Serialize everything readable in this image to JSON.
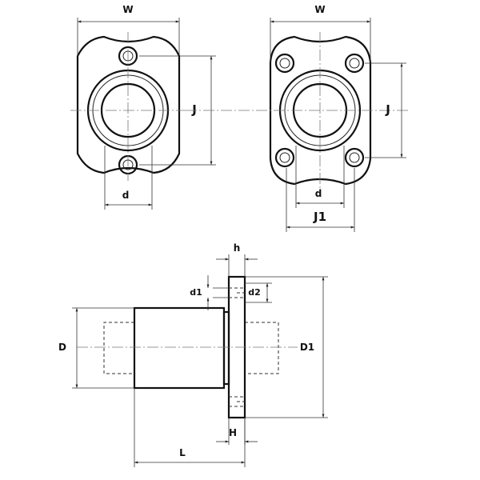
{
  "labels": {
    "w_left": "W",
    "w_right": "W",
    "j_left": "J",
    "j_right": "J",
    "d_left": "d",
    "d_right": "d",
    "j1": "J1",
    "h_small": "h",
    "d1": "d1",
    "d2": "d2",
    "D": "D",
    "D1": "D1",
    "H": "H",
    "L": "L"
  }
}
